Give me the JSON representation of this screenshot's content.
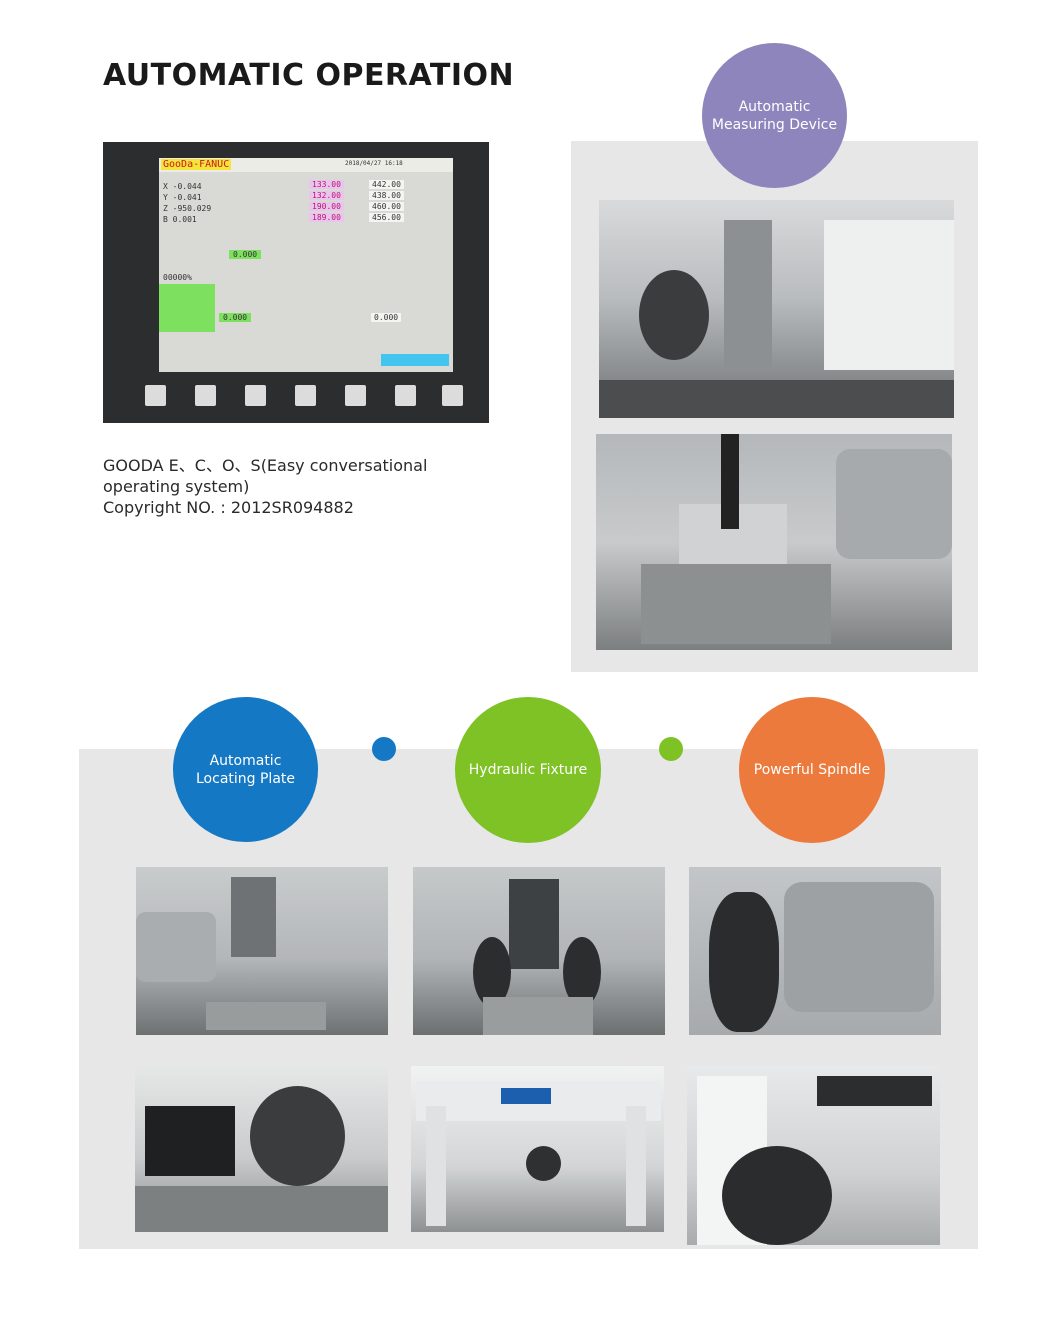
{
  "heading": "AUTOMATIC OPERATION",
  "caption": {
    "line1": "GOODA    E、C、O、S(Easy conversational",
    "line2": "operating system)",
    "line3": "Copyright  NO. : 2012SR094882"
  },
  "circles": {
    "measuring": "Automatic Measuring Device",
    "locating": "Automatic Locating Plate",
    "fixture": "Hydraulic Fixture",
    "spindle": "Powerful Spindle"
  },
  "cnc": {
    "brand": "GooDa-FANUC",
    "date": "2018/04/27 16:18",
    "x": "X   -0.044",
    "y": "Y   -0.041",
    "z": "Z -950.029",
    "b": "B    0.001",
    "orig_width": "133.00",
    "finish_width": "132.00",
    "orig_length": "190.00",
    "finish_length": "189.00",
    "val_442": "442.00",
    "val_438": "438.00",
    "val_460": "460.00",
    "val_456": "456.00",
    "cut_size": "0.000",
    "pct": "00000%",
    "zero": "0.000"
  },
  "colors": {
    "purple": "#8f85bd",
    "blue": "#1478c4",
    "green": "#7ec225",
    "orange": "#ec7a3c"
  }
}
